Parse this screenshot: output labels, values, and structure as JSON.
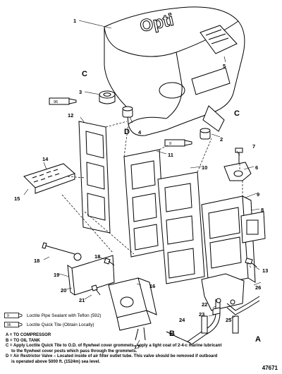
{
  "callouts": [
    "1",
    "2",
    "3",
    "4",
    "5",
    "6",
    "7",
    "8",
    "9",
    "10",
    "11",
    "12",
    "13",
    "14",
    "15",
    "16",
    "17",
    "18",
    "18",
    "19",
    "20",
    "21",
    "22",
    "23",
    "24",
    "25",
    "26"
  ],
  "letters": {
    "c1": "C",
    "c2": "C",
    "d": "D",
    "b": "B",
    "a": "A"
  },
  "cover_lettering": "Opti",
  "tube_marks": [
    "9",
    "96",
    "9",
    "96"
  ],
  "key": {
    "k9": "Loctite Pipe Sealant with Teflon (592)",
    "k96": "Loctite Quick Tite (Obtain Locally)"
  },
  "legend": {
    "a": "A = TO COMPRESSOR",
    "b": "B = TO OIL TANK",
    "c1": "C = Apply Loctite Quick Tite to O.D. of flywheel cover grommets. Apply a light coat of 2-4-c marine lubricant",
    "c2": "to the flywheel cover posts which pass through the grommets.",
    "d1": "D = Air Restrictor Valve – Located inside of air filter outlet tube. This valve should be removed if outboard",
    "d2": "is operated above 5000 ft. (1524m) sea level."
  },
  "figure_number": "47671"
}
